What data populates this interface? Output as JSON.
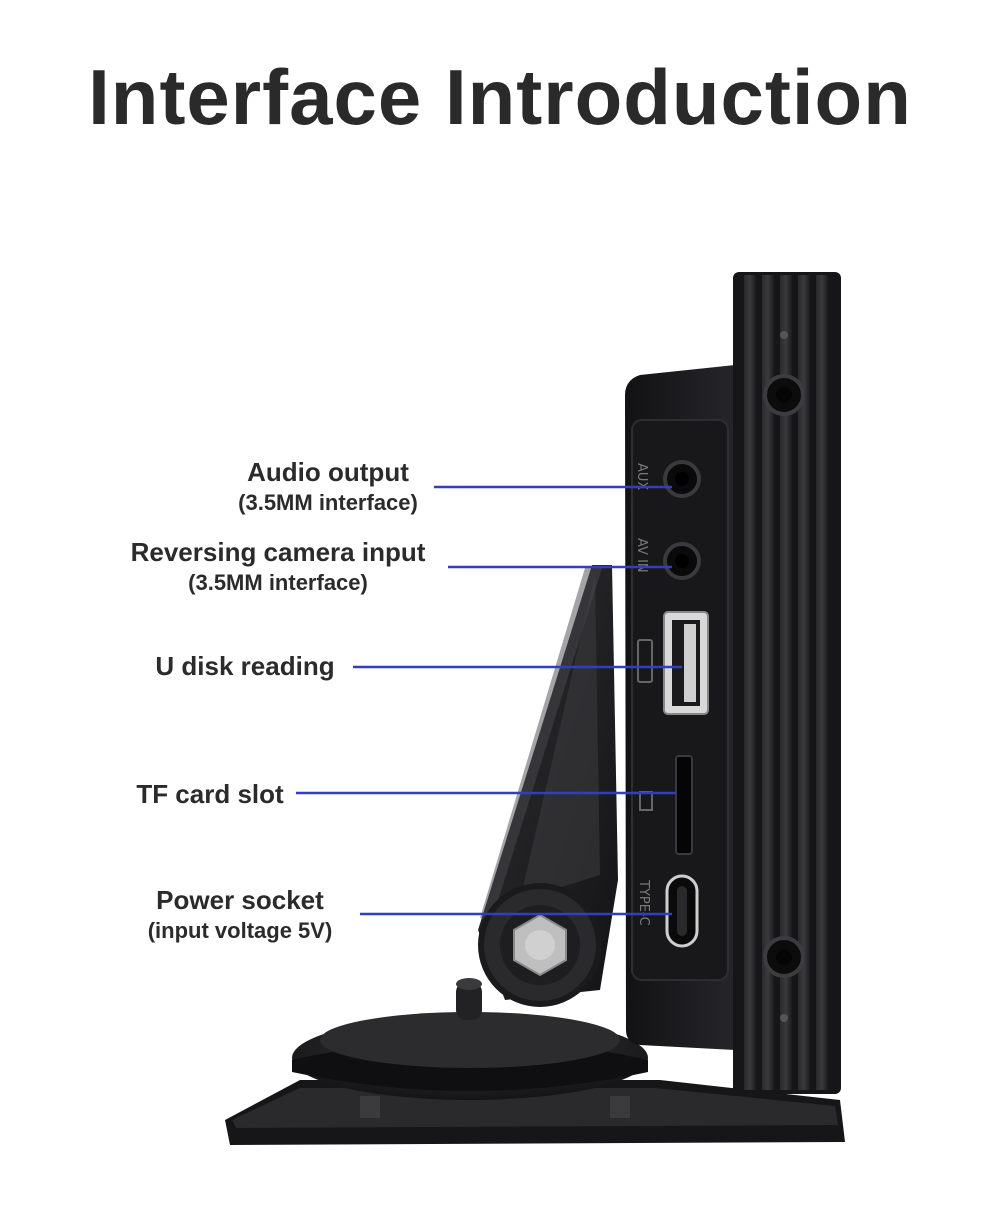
{
  "title": "Interface Introduction",
  "labels": {
    "audio_output": {
      "main": "Audio output",
      "sub": "(3.5MM interface)"
    },
    "reversing_camera": {
      "main": "Reversing camera input",
      "sub": "(3.5MM interface)"
    },
    "u_disk": {
      "main": "U disk reading"
    },
    "tf_card": {
      "main": "TF card slot"
    },
    "power_socket": {
      "main": "Power socket",
      "sub": "(input voltage 5V)"
    }
  },
  "port_marks": {
    "aux": "AUX",
    "av_in": "AV IN",
    "type_c": "TYPE-C"
  },
  "colors": {
    "leader_line": "#2f3fbf",
    "device_body": "#1c1c1e",
    "title": "#2a2a2a"
  }
}
